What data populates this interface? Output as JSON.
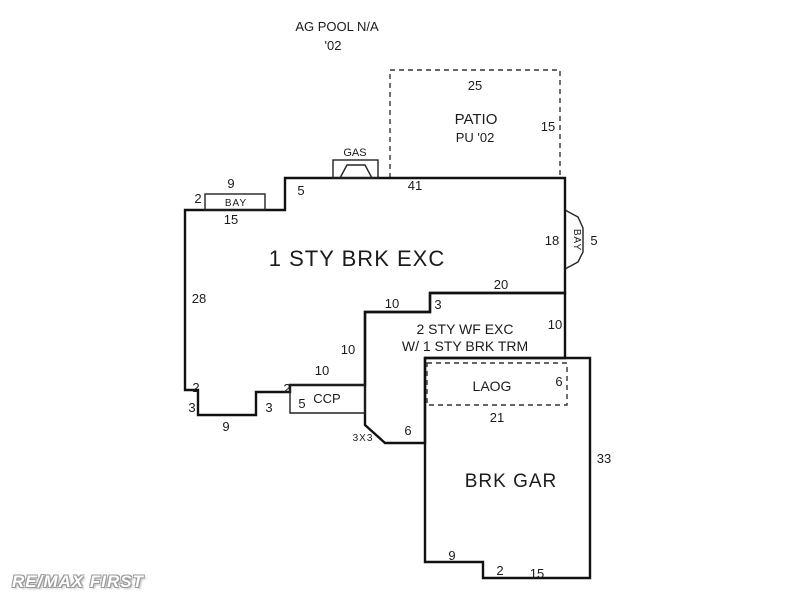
{
  "sketch": {
    "pool_note_line1": "AG POOL  N/A",
    "pool_note_line2": "'02",
    "patio": {
      "name": "PATIO",
      "note": "PU '02",
      "dim_top": "25",
      "dim_right": "15"
    },
    "gas_label": "GAS",
    "main": {
      "name": "1 STY BRK EXC",
      "dim_top": "41",
      "dim_top_left": "5",
      "dim_left": "28",
      "dim_right": "18"
    },
    "bay_left": {
      "name": "BAY",
      "dim_width": "9",
      "dim_depth": "2",
      "dim_below": "15"
    },
    "bay_right": {
      "name": "BAY",
      "dim_width": "5"
    },
    "two_story": {
      "name_line1": "2 STY WF EXC",
      "name_line2": "W/ 1 STY BRK TRM",
      "dim_top": "20",
      "dim_top_step": "3",
      "dim_top_left": "10",
      "dim_right": "10",
      "dim_left": "10",
      "dim_bottom": "6",
      "corner_cut": "3X3"
    },
    "ccp": {
      "name": "CCP",
      "dim_top": "10",
      "dim_left": "5",
      "dim_step": "2"
    },
    "bottom_left_steps": {
      "dim_a": "2",
      "dim_b": "3",
      "dim_c": "9",
      "dim_d": "3"
    },
    "laog": {
      "name": "LAOG",
      "dim_right": "6",
      "dim_bottom": "21"
    },
    "garage": {
      "name": "BRK GAR",
      "dim_right": "33",
      "dim_bottom_left": "9",
      "dim_step": "2",
      "dim_bottom_right": "15"
    }
  },
  "watermark": "RE/MAX FIRST"
}
